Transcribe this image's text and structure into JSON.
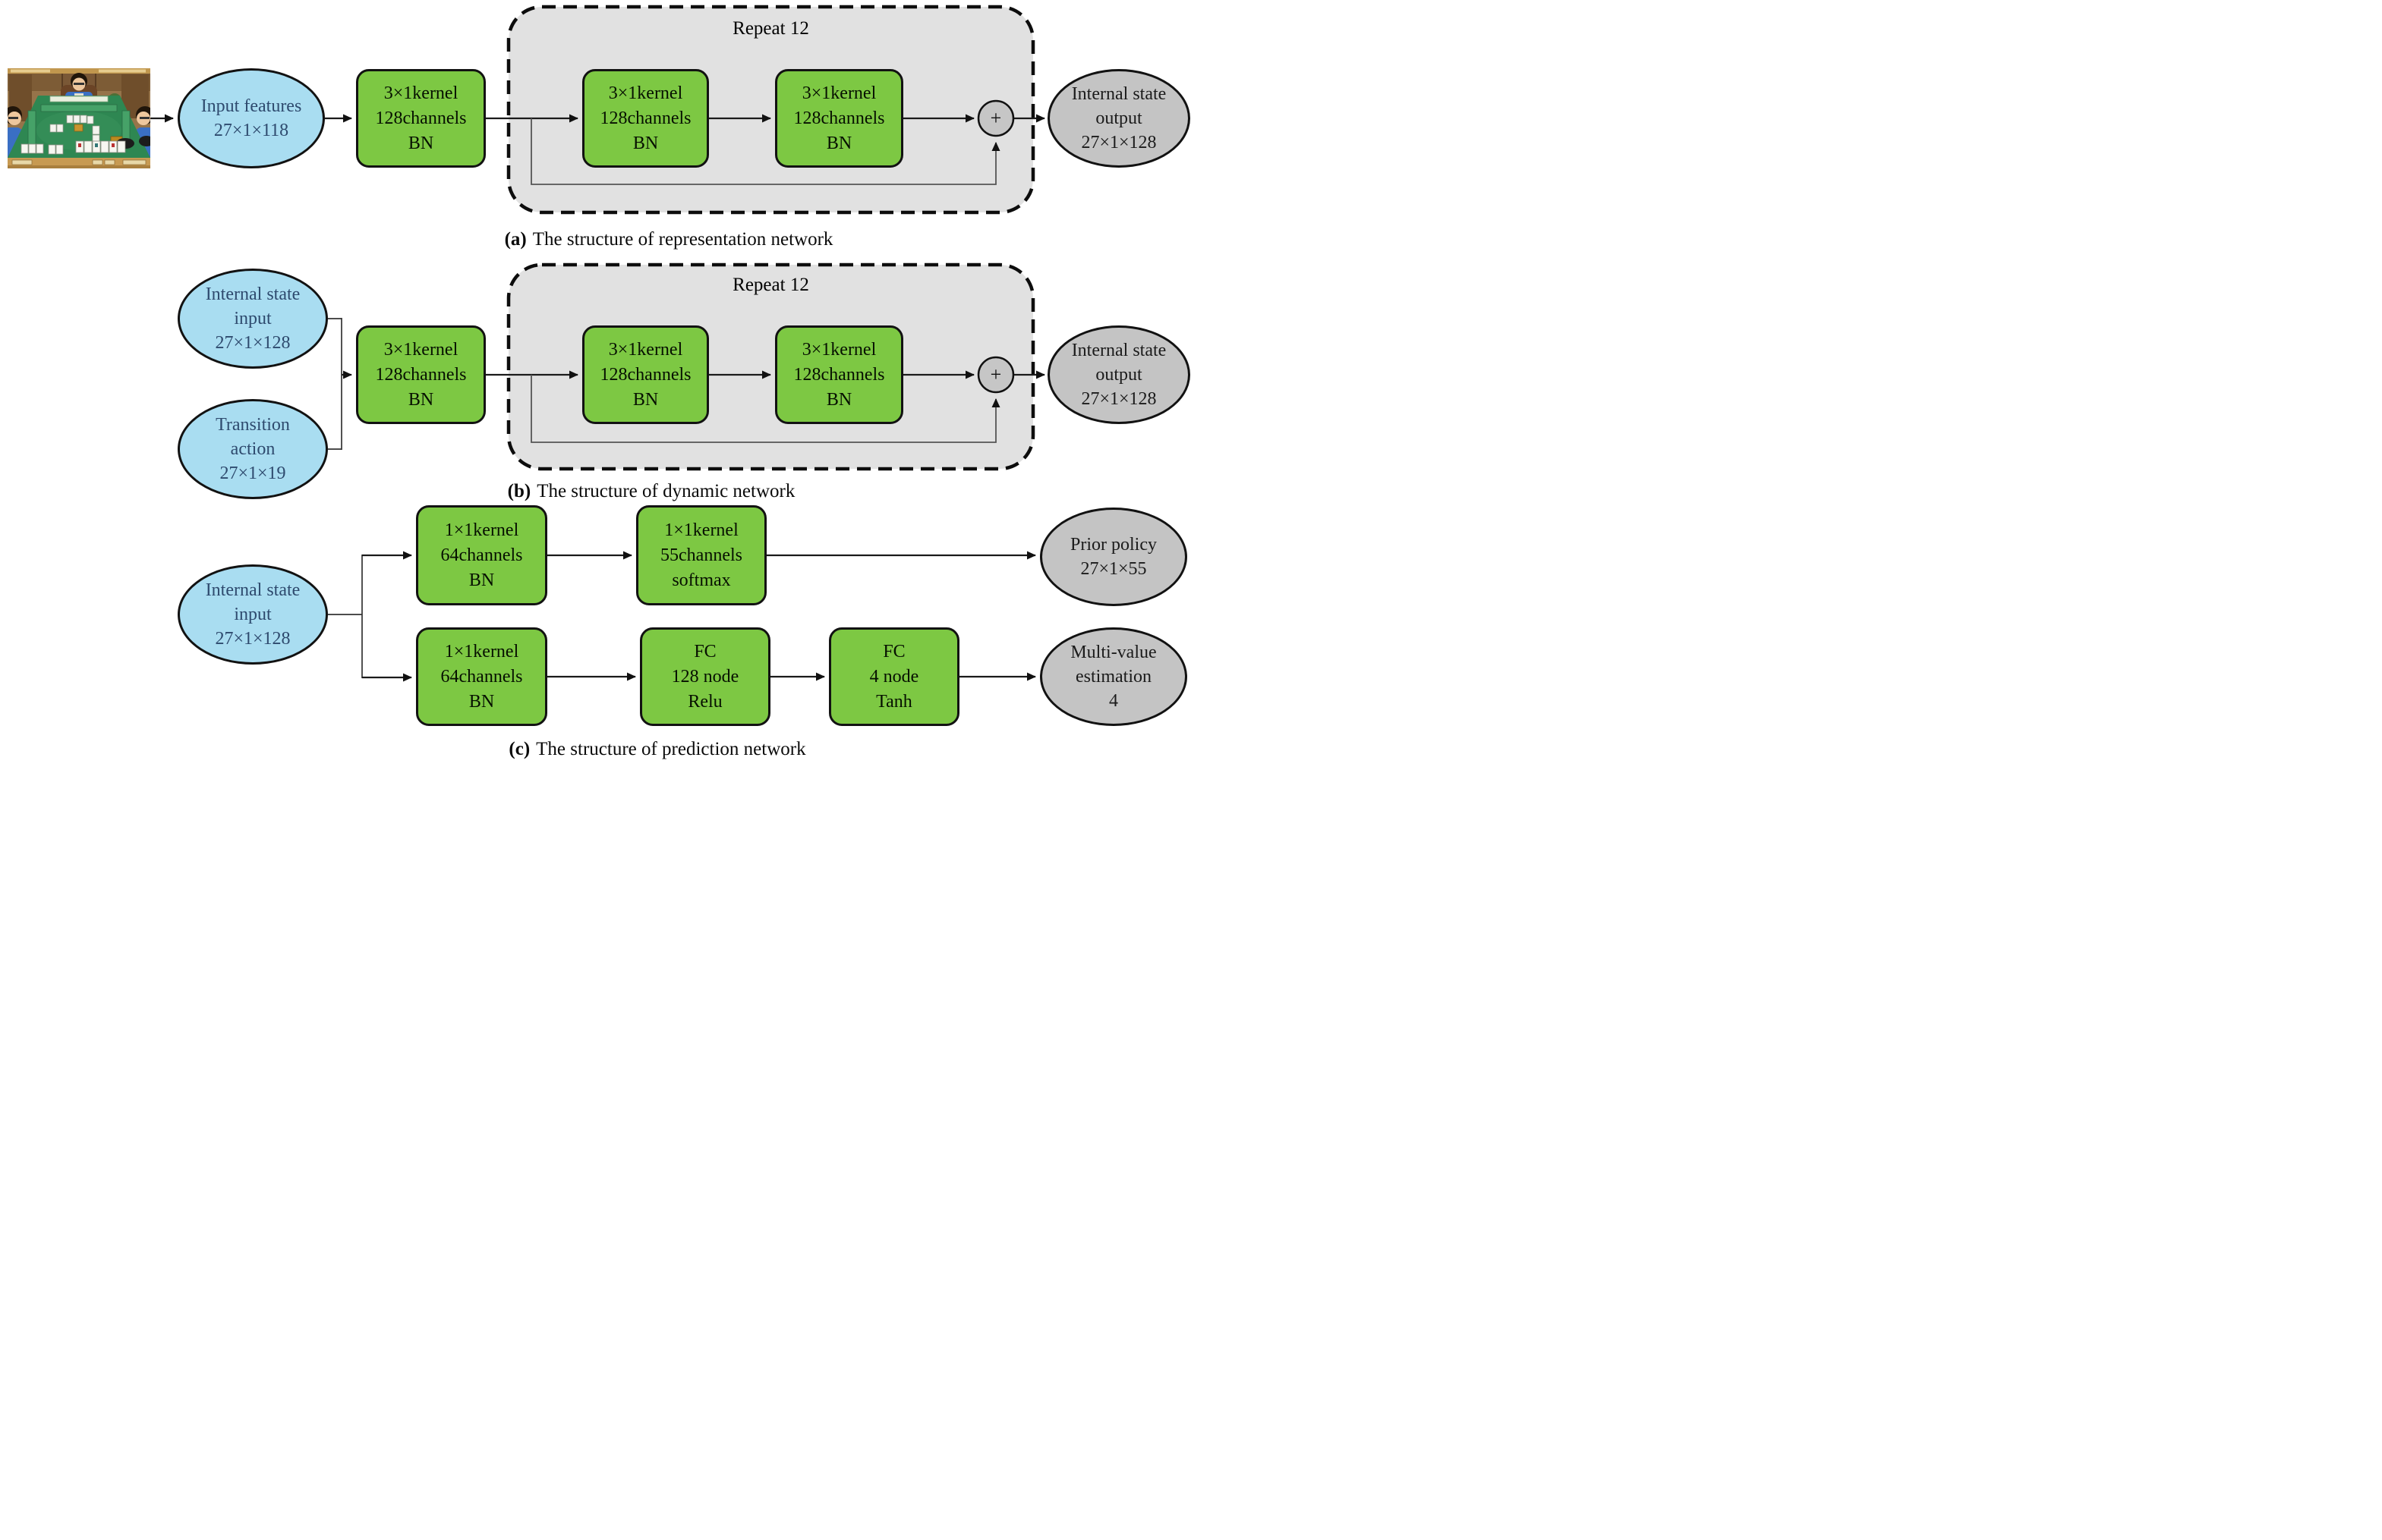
{
  "colors": {
    "node_green": "#7dc843",
    "node_blue": "#a9ddf1",
    "node_gray": "#c4c4c4",
    "container_gray": "#e1e1e1",
    "line": "#1a1a1a"
  },
  "panel_a": {
    "repeat_label": "Repeat 12",
    "caption": {
      "label": "(a)",
      "text": "The structure of representation network"
    },
    "input_ellipse": {
      "l1": "Input features",
      "l2": "27×1×118"
    },
    "conv_box": {
      "l1": "3×1kernel",
      "l2": "128channels",
      "l3": "BN"
    },
    "res_box1": {
      "l1": "3×1kernel",
      "l2": "128channels",
      "l3": "BN"
    },
    "res_box2": {
      "l1": "3×1kernel",
      "l2": "128channels",
      "l3": "BN"
    },
    "plus_label": "+",
    "output_ellipse": {
      "l1": "Internal state",
      "l2": "output",
      "l3": "27×1×128"
    }
  },
  "panel_b": {
    "repeat_label": "Repeat 12",
    "caption": {
      "label": "(b)",
      "text": "The structure of dynamic network"
    },
    "state_input_ellipse": {
      "l1": "Internal state",
      "l2": "input",
      "l3": "27×1×128"
    },
    "action_input_ellipse": {
      "l1": "Transition",
      "l2": "action",
      "l3": "27×1×19"
    },
    "conv_box": {
      "l1": "3×1kernel",
      "l2": "128channels",
      "l3": "BN"
    },
    "res_box1": {
      "l1": "3×1kernel",
      "l2": "128channels",
      "l3": "BN"
    },
    "res_box2": {
      "l1": "3×1kernel",
      "l2": "128channels",
      "l3": "BN"
    },
    "plus_label": "+",
    "output_ellipse": {
      "l1": "Internal state",
      "l2": "output",
      "l3": "27×1×128"
    }
  },
  "panel_c": {
    "caption": {
      "label": "(c)",
      "text": "The structure of prediction network"
    },
    "input_ellipse": {
      "l1": "Internal state",
      "l2": "input",
      "l3": "27×1×128"
    },
    "policy_conv_box": {
      "l1": "1×1kernel",
      "l2": "64channels",
      "l3": "BN"
    },
    "policy_head_box": {
      "l1": "1×1kernel",
      "l2": "55channels",
      "l3": "softmax"
    },
    "policy_output_ellipse": {
      "l1": "Prior policy",
      "l2": "27×1×55"
    },
    "value_conv_box": {
      "l1": "1×1kernel",
      "l2": "64channels",
      "l3": "BN"
    },
    "value_fc1_box": {
      "l1": "FC",
      "l2": "128 node",
      "l3": "Relu"
    },
    "value_fc2_box": {
      "l1": "FC",
      "l2": "4 node",
      "l3": "Tanh"
    },
    "value_output_ellipse": {
      "l1": "Multi-value",
      "l2": "estimation",
      "l3": "4"
    }
  }
}
